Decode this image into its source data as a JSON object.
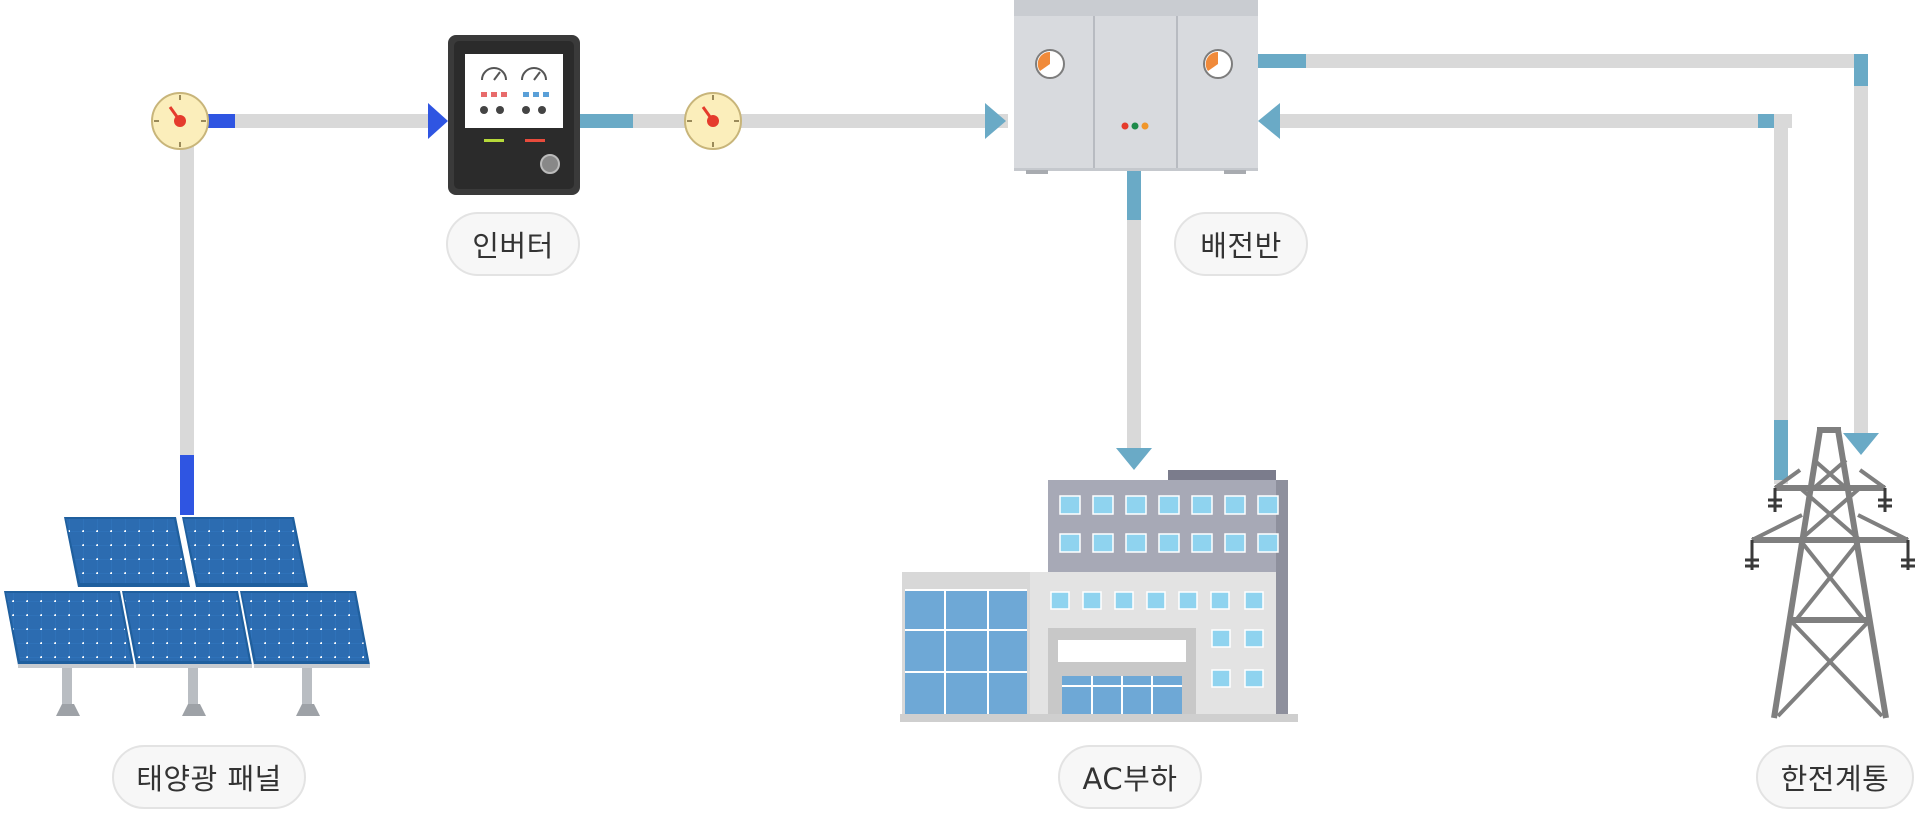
{
  "labels": {
    "inverter": "인버터",
    "switchboard": "배전반",
    "solar_panel": "태양광 패널",
    "ac_load": "AC부하",
    "grid": "한전계통"
  },
  "colors": {
    "pipe": "#d9d9d9",
    "pipe_accent_blue": "#2f55e2",
    "pipe_accent_teal": "#6aaac6",
    "gauge_face": "#fbeebb",
    "panel_blue": "#2f72b9",
    "tower_gray": "#7f7f7f"
  },
  "icons": [
    "gauge-icon",
    "inverter-icon",
    "switchboard-icon",
    "solar-panel-icon",
    "building-icon",
    "transmission-tower-icon"
  ]
}
